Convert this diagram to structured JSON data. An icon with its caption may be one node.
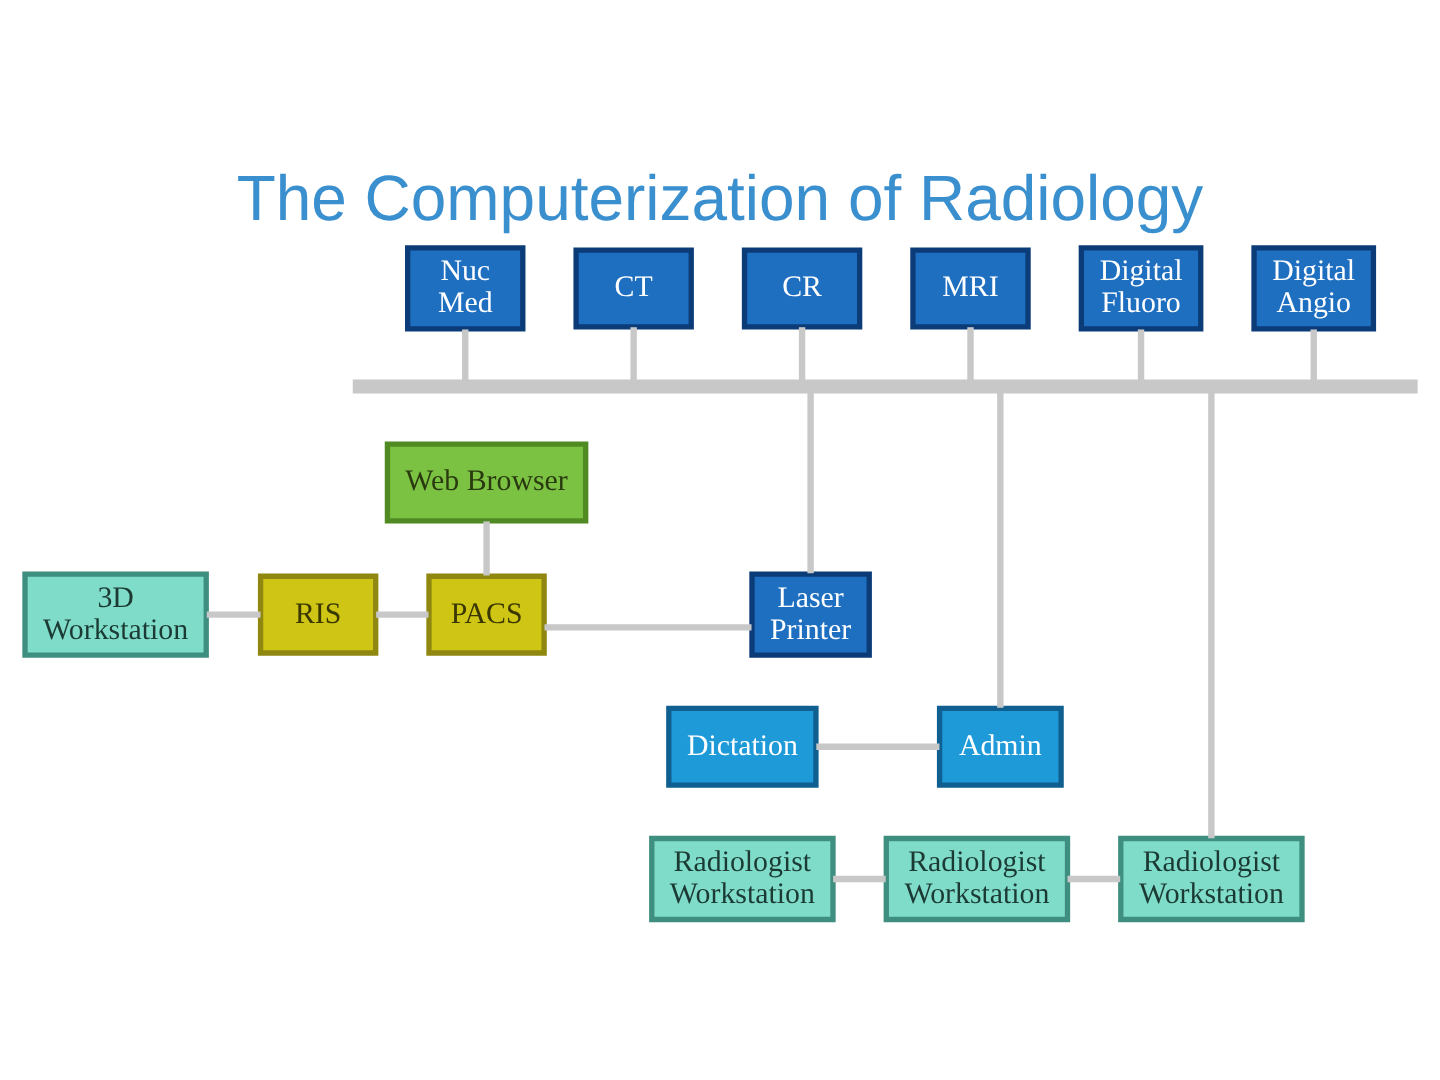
{
  "diagram": {
    "title": "The Computerization of Radiology",
    "nodes": [
      {
        "text": [
          "Nuc Med"
        ]
      },
      {
        "text": [
          "CT"
        ]
      },
      {
        "text": [
          "CR"
        ]
      },
      {
        "text": [
          "MRI"
        ]
      },
      {
        "text": [
          "Digital Fluoro"
        ]
      },
      {
        "text": [
          "Digital Angio"
        ]
      },
      {
        "text": [],
        "shape": "bar"
      },
      {
        "text": [
          "Web Browser"
        ]
      },
      {
        "text": [
          "3D Workstation"
        ]
      },
      {
        "text": [
          "RIS"
        ]
      },
      {
        "text": [
          "PACS"
        ]
      },
      {
        "text": [
          "Laser Printer"
        ]
      },
      {
        "text": [
          "Dictation"
        ]
      },
      {
        "text": [
          "Admin"
        ]
      },
      {
        "text": [
          "Radiologist Workstation"
        ]
      },
      {
        "text": [
          "Radiologist Workstation"
        ]
      },
      {
        "text": [
          "Radiologist Workstation"
        ]
      }
    ],
    "edges": [
      {
        "from": 0,
        "to": 6,
        "arrow": "none"
      },
      {
        "from": 1,
        "to": 6,
        "arrow": "none"
      },
      {
        "from": 2,
        "to": 6,
        "arrow": "none"
      },
      {
        "from": 3,
        "to": 6,
        "arrow": "none"
      },
      {
        "from": 4,
        "to": 6,
        "arrow": "none"
      },
      {
        "from": 5,
        "to": 6,
        "arrow": "none"
      },
      {
        "from": 7,
        "to": 10,
        "arrow": "none"
      },
      {
        "from": 8,
        "to": 9,
        "arrow": "none"
      },
      {
        "from": 9,
        "to": 10,
        "arrow": "none"
      },
      {
        "from": 10,
        "to": 11,
        "arrow": "none"
      },
      {
        "from": 6,
        "to": 11,
        "arrow": "none"
      },
      {
        "from": 12,
        "to": 13,
        "arrow": "none"
      },
      {
        "from": 6,
        "to": 13,
        "arrow": "none"
      },
      {
        "from": 14,
        "to": 15,
        "arrow": "none"
      },
      {
        "from": 15,
        "to": 16,
        "arrow": "none"
      },
      {
        "from": 6,
        "to": 16,
        "arrow": "none"
      }
    ]
  }
}
